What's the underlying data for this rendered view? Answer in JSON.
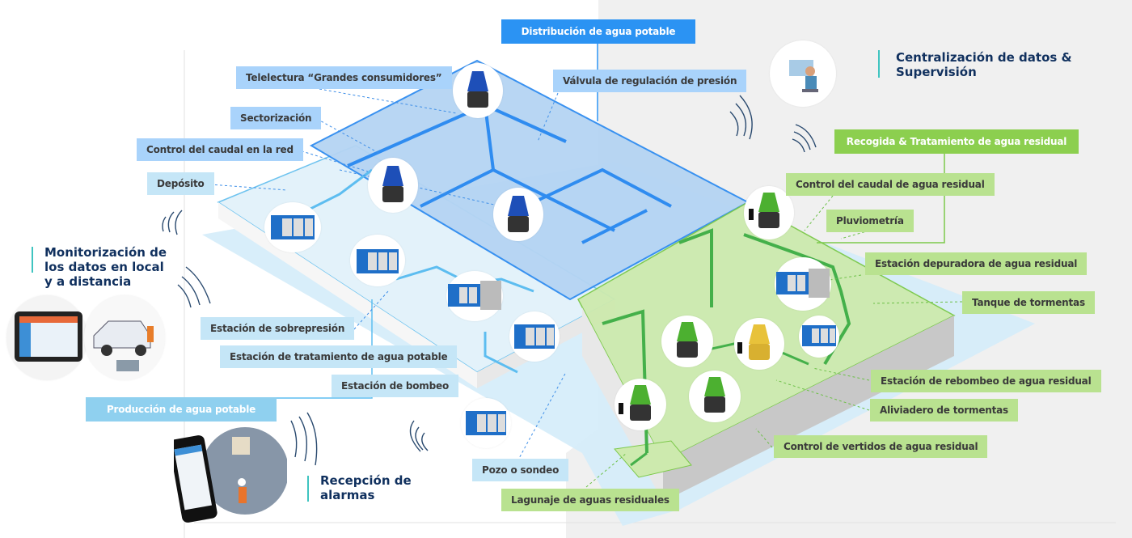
{
  "sections": {
    "distribution": "Distribución de agua potable",
    "production": "Producción de agua potable",
    "wastewater": "Recogida & Tratamiento de agua residual"
  },
  "side_titles": {
    "centralization": [
      "Centralización de datos &",
      "Supervisión"
    ],
    "monitoring": [
      "Monitorización de",
      "los datos en local",
      "y a distancia"
    ],
    "alarms": [
      "Recepción de",
      "alarmas"
    ]
  },
  "labels": {
    "telelectura": "Telelectura “Grandes consumidores”",
    "valvula": "Válvula de regulación de presión",
    "sectorizacion": "Sectorización",
    "control_caudal_red": "Control del caudal en la red",
    "deposito": "Depósito",
    "sobrepresion": "Estación de sobrepresión",
    "tratamiento_potable": "Estación de tratamiento de agua potable",
    "bombeo": "Estación de bombeo",
    "pozo": "Pozo o sondeo",
    "lagunaje": "Lagunaje de aguas residuales",
    "control_caudal_residual": "Control del caudal de agua residual",
    "pluviometria": "Pluviometría",
    "depuradora": "Estación depuradora de agua residual",
    "tanque": "Tanque de tormentas",
    "rebombeo": "Estación de rebombeo de agua residual",
    "aliviadero": "Aliviadero de tormentas",
    "vertidos": "Control de vertidos de agua residual"
  },
  "colors": {
    "distribution": "#2b93f3",
    "production": "#8fd0ef",
    "wastewater": "#8ccf4f",
    "title_text": "#10305e",
    "accent_bar": "#3fc4c0",
    "right_bg": "#f0f0f0"
  },
  "icons": {
    "sensor_blue": "flow-sensor-blue-icon",
    "sensor_green": "flow-sensor-green-icon",
    "sensor_yellow": "flow-sensor-yellow-icon",
    "datalogger": "datalogger-icon",
    "wifi": "wireless-signal-icon",
    "operator": "control-room-operator-icon",
    "tablet": "tablet-icon",
    "truck": "service-truck-icon",
    "phone": "smartphone-icon"
  }
}
